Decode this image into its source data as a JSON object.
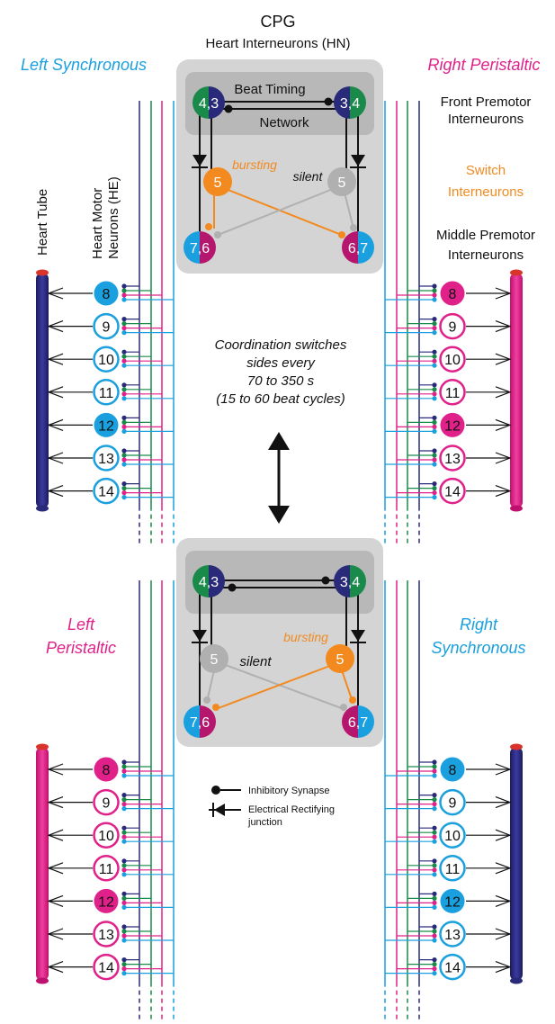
{
  "header": {
    "title": "CPG",
    "subtitle": "Heart Interneurons (HN)"
  },
  "top": {
    "left_mode": "Left Synchronous",
    "right_mode": "Right Peristaltic",
    "left_bursting": "bursting",
    "right_silent": "silent"
  },
  "bottom": {
    "left_mode_line1": "Left",
    "left_mode_line2": "Peristaltic",
    "right_mode_line1": "Right",
    "right_mode_line2": "Synchronous",
    "left_silent": "silent",
    "right_bursting": "bursting"
  },
  "network": {
    "line1": "Beat Timing",
    "line2": "Network"
  },
  "labels": {
    "heart_tube": "Heart Tube",
    "motor_line1": "Heart Motor",
    "motor_line2": "Neurons (HE)",
    "front_premotor_1": "Front Premotor",
    "front_premotor_2": "Interneurons",
    "switch_1": "Switch",
    "switch_2": "Interneurons",
    "middle_premotor_1": "Middle Premotor",
    "middle_premotor_2": "Interneurons"
  },
  "neurons": {
    "front_left": "4,3",
    "front_right": "3,4",
    "switch_num": "5",
    "middle_left": "7,6",
    "middle_right": "6,7"
  },
  "coordination": {
    "line1": "Coordination switches",
    "line2": "sides every",
    "line3": "70 to 350 s",
    "line4": "(15 to 60 beat cycles)"
  },
  "he_numbers": [
    "8",
    "9",
    "10",
    "11",
    "12",
    "13",
    "14"
  ],
  "legend": {
    "inhibitory": "Inhibitory Synapse",
    "electrical_1": "Electrical Rectifying",
    "electrical_2": "junction"
  },
  "colors": {
    "navy": "#2a2a7a",
    "green": "#1a8a4a",
    "cyan": "#1aa0de",
    "magenta": "#e0218a",
    "orange": "#f28a20",
    "gray_silent": "#b0b0b0",
    "panel": "#d4d4d4",
    "panel_inner": "#b8b8b8"
  }
}
